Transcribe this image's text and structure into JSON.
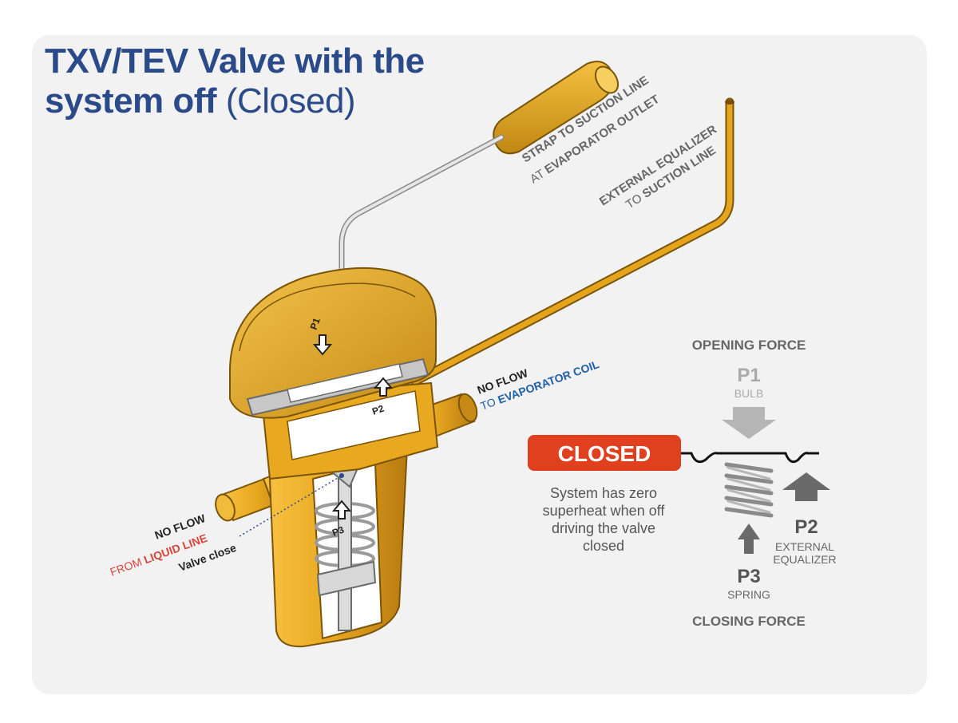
{
  "title": {
    "main": "TXV/TEV Valve with the",
    "line2_bold": "system off",
    "line2_light": "(Closed)"
  },
  "callouts": {
    "bulb_line1": "STRAP TO SUCTION LINE",
    "bulb_line2_prefix": "AT",
    "bulb_line2_bold": "EVAPORATOR OUTLET",
    "equalizer_line1": "EXTERNAL EQUALIZER",
    "equalizer_line2_prefix": "TO",
    "equalizer_line2_bold": "SUCTION LINE",
    "outlet_line1": "NO FLOW",
    "outlet_line2_prefix": "TO",
    "outlet_line2_bold": "EVAPORATOR COIL",
    "inlet_line1": "NO FLOW",
    "inlet_line2_prefix": "FROM",
    "inlet_line2_bold": "LIQUID LINE",
    "valve_close": "Valve close"
  },
  "valve_markers": {
    "p1": "P1",
    "p2": "P2",
    "p3": "P3"
  },
  "force_diagram": {
    "opening_force": "OPENING FORCE",
    "p1": "P1",
    "p1_sub": "BULB",
    "status": "CLOSED",
    "description": [
      "System has zero",
      "superheat when off",
      "driving the valve",
      "closed"
    ],
    "p2": "P2",
    "p2_sub_1": "EXTERNAL",
    "p2_sub_2": "EQUALIZER",
    "p3": "P3",
    "p3_sub": "SPRING",
    "closing_force": "CLOSING FORCE"
  },
  "colors": {
    "title_blue": "#2a4a8a",
    "brass": "#e8a820",
    "brass_dark": "#b87a10",
    "closed_red": "#e0401e",
    "liquid_red": "#d8453a",
    "evaporator_blue": "#1f5fa8"
  }
}
